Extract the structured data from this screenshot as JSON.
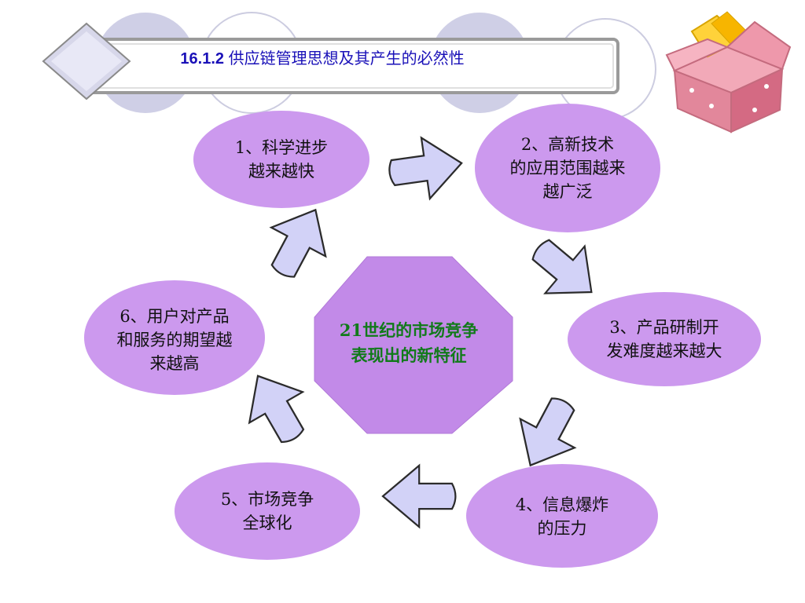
{
  "title": {
    "number": "16.1.2",
    "text": "供应链管理思想及其产生的必然性"
  },
  "center": {
    "text": "21世纪的市场竞争\n表现出的新特征"
  },
  "nodes": [
    {
      "text": "1、科学进步\n越来越快"
    },
    {
      "text": "2、高新技术\n的应用范围越来\n越广泛"
    },
    {
      "text": "3、产品研制开\n发难度越来越大"
    },
    {
      "text": "4、信息爆炸\n的压力"
    },
    {
      "text": "5、市场竞争\n全球化"
    },
    {
      "text": "6、用户对产品\n和服务的期望越\n来越高"
    }
  ],
  "colors": {
    "node_fill": "#cc99ee",
    "octagon_fill": "#c28ae8",
    "arrow_fill": "#d2d2f7",
    "arrow_stroke": "#2b2b2b",
    "title_color": "#1a11b8",
    "center_text_color": "#117a1a",
    "banner_circle_fill": "#cfcfe6",
    "gift_box_color": "#e2879b"
  },
  "decorations": {
    "gift_icon": "open-gift-box-icon",
    "banner_icon": "diamond-tab-icon"
  }
}
